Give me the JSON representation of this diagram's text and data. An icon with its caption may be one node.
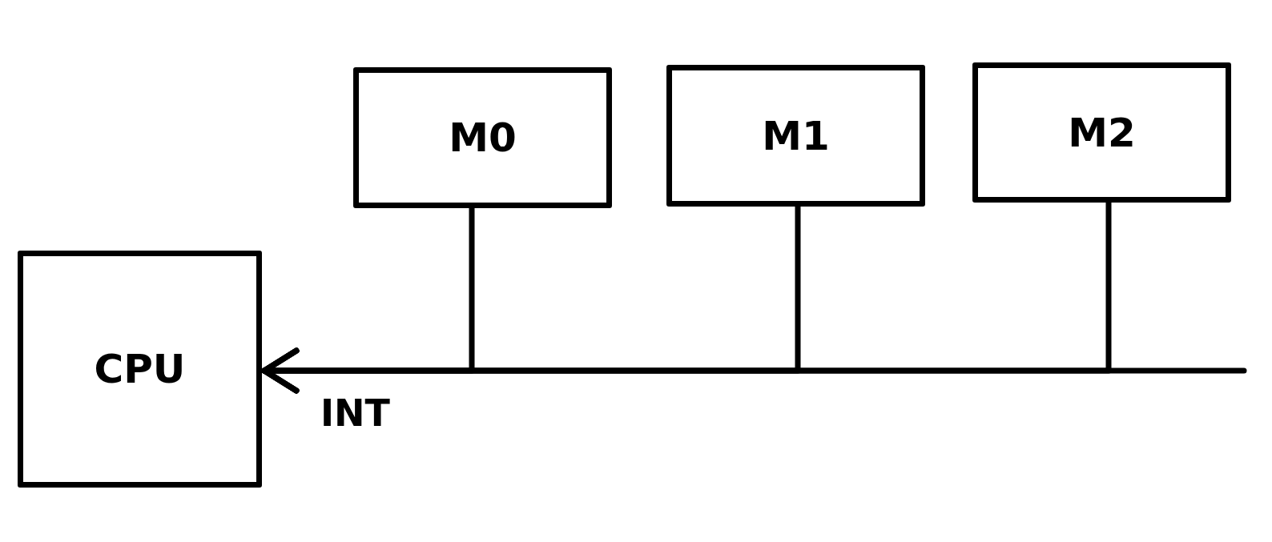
{
  "diagram": {
    "nodes": [
      {
        "text": [
          "M0"
        ]
      },
      {
        "text": [
          "M1"
        ]
      },
      {
        "text": [
          "M2"
        ]
      },
      {
        "text": [
          "CPU"
        ]
      }
    ],
    "edges": [
      {
        "from": 0,
        "to": 3,
        "arrow": "to"
      },
      {
        "from": 1,
        "to": 3,
        "arrow": "to"
      },
      {
        "from": 2,
        "to": 3,
        "arrow": "to"
      },
      {
        "from": null,
        "to": 3,
        "arrow": "to",
        "label": "INT"
      }
    ]
  }
}
